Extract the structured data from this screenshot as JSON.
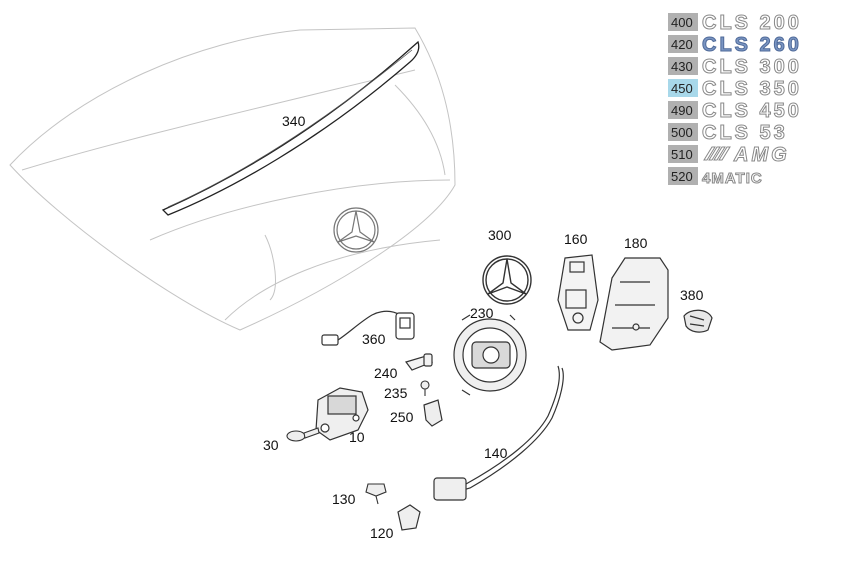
{
  "parts": {
    "p340": "340",
    "p300": "300",
    "p160": "160",
    "p180": "180",
    "p380": "380",
    "p230": "230",
    "p360": "360",
    "p240": "240",
    "p235": "235",
    "p250": "250",
    "p30": "30",
    "p10": "10",
    "p140": "140",
    "p130": "130",
    "p120": "120"
  },
  "variants": [
    {
      "code": "400",
      "name": "CLS 200"
    },
    {
      "code": "420",
      "name": "CLS 260"
    },
    {
      "code": "430",
      "name": "CLS 300"
    },
    {
      "code": "450",
      "name": "CLS 350"
    },
    {
      "code": "490",
      "name": "CLS 450"
    },
    {
      "code": "500",
      "name": "CLS 53"
    },
    {
      "code": "510",
      "name": "AMG"
    },
    {
      "code": "520",
      "name": "4MATIC"
    }
  ],
  "colors": {
    "badge_default": "#b0b0b0",
    "badge_active": "#a8d8ea",
    "name_active": "#7a95c2",
    "line": "#333333",
    "faint": "#bfbfbf"
  }
}
